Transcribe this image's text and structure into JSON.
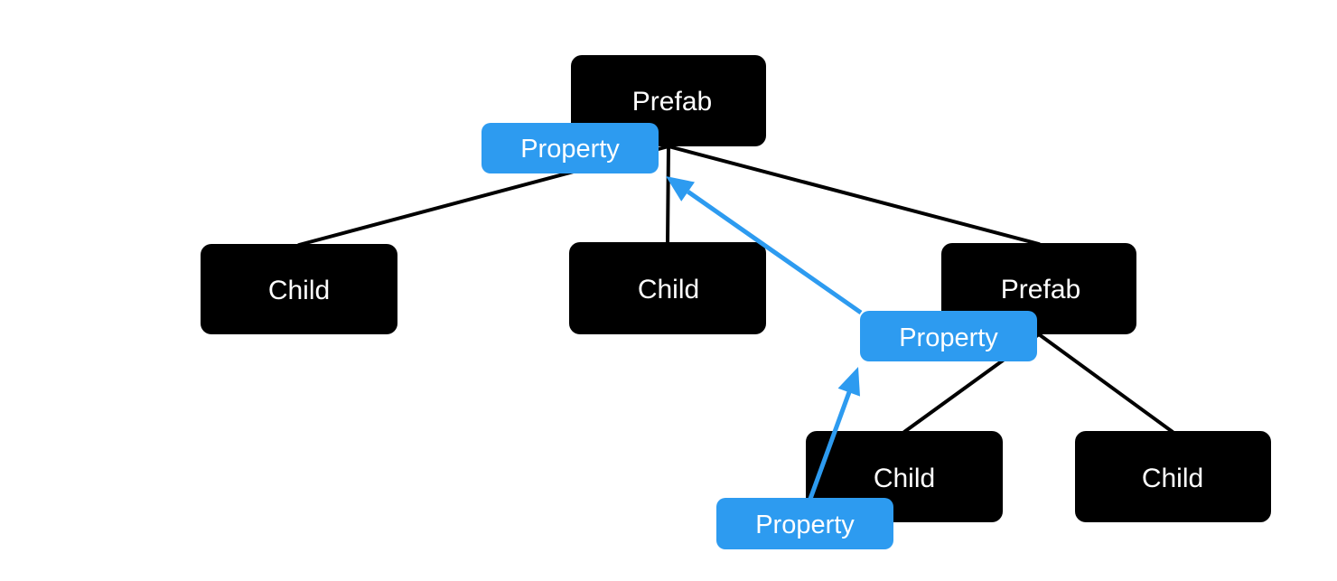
{
  "diagram": {
    "description": "Prefab hierarchy tree with property override arrows",
    "colors": {
      "background": "#ffffff",
      "node_fill": "#000000",
      "node_text": "#ffffff",
      "property_fill": "#2d9bf0",
      "property_text": "#ffffff",
      "edge_stroke": "#000000",
      "arrow_stroke": "#2d9bf0"
    },
    "nodes": [
      {
        "id": "root-prefab",
        "label": "Prefab"
      },
      {
        "id": "root-child-left",
        "label": "Child"
      },
      {
        "id": "root-child-middle",
        "label": "Child"
      },
      {
        "id": "nested-prefab",
        "label": "Prefab"
      },
      {
        "id": "nested-child-left",
        "label": "Child"
      },
      {
        "id": "nested-child-right",
        "label": "Child"
      }
    ],
    "property_badges": [
      {
        "id": "root-prefab-property",
        "label": "Property"
      },
      {
        "id": "nested-prefab-property",
        "label": "Property"
      },
      {
        "id": "instance-property",
        "label": "Property"
      }
    ],
    "edges": [
      {
        "from": "root-prefab",
        "to": "root-child-left"
      },
      {
        "from": "root-prefab",
        "to": "root-child-middle"
      },
      {
        "from": "root-prefab",
        "to": "nested-prefab"
      },
      {
        "from": "nested-prefab",
        "to": "nested-child-left"
      },
      {
        "from": "nested-prefab",
        "to": "nested-child-right"
      }
    ],
    "override_arrows": [
      {
        "from": "instance-property",
        "to": "nested-prefab-property"
      },
      {
        "from": "nested-prefab-property",
        "to": "root-prefab-property"
      }
    ]
  }
}
